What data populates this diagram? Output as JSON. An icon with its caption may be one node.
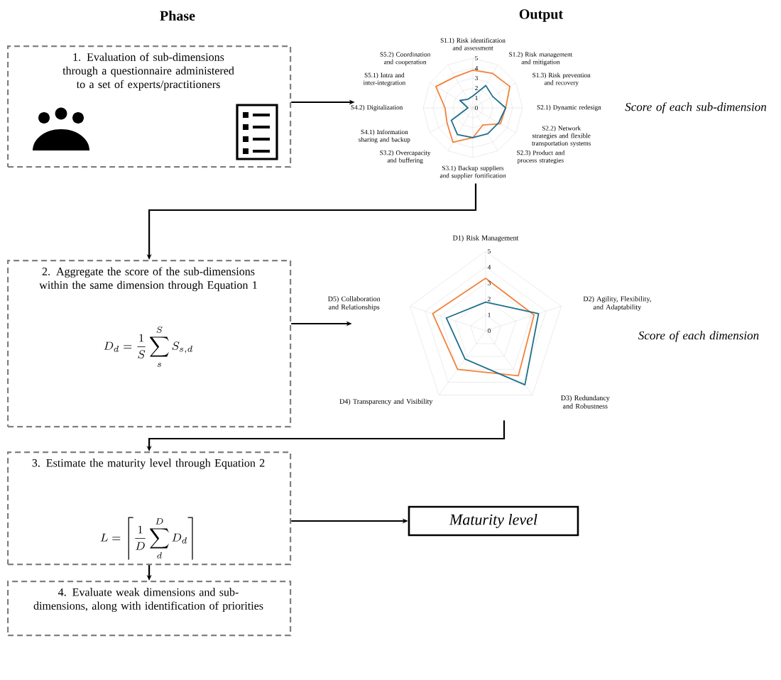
{
  "diagram": {
    "nodes": [
      {
        "text": [
          "1. Evaluation of sub-dimensions through a questionnaire administered to a set of experts/practitioners"
        ]
      },
      {
        "text": [
          "S1.1) Risk identification and assessment",
          "S1.2) Risk management and mitigation",
          "S1.3) Risk prevention and recovery",
          "S2.1) Dynamic redesign",
          "S2.2) Network strategies and flexible transportation systems",
          "S2.3) Product and process strategies",
          "S3.1) Backup suppliers and supplier fortification",
          "S3.2) Overcapacity and buffering",
          "S4.1) Information sharing and backup",
          "S4.2) Digitalization",
          "S5.1) Intra and inter-integration",
          "S5.2) Coordination and cooperation"
        ],
        "beside": [
          "Score of each sub-dimension"
        ]
      },
      {
        "text": [
          "2. Aggregate the score of the sub-dimensions within the same dimension through Equation 1",
          "D_d = \\frac{1}{S}\\sum_{s}^{S} S_{s,d}"
        ]
      },
      {
        "text": [
          "D1) Risk Management",
          "D2) Agility, Flexibility, and Adaptability",
          "D3) Redundancy and Robustness",
          "D4) Transparency and Visibility",
          "D5) Collaboration and Relationships"
        ],
        "beside": [
          "Score of each dimension"
        ]
      },
      {
        "text": [
          "3. Estimate the maturity level through Equation 2",
          "L = \\left\\lceil \\frac{1}{D}\\sum_{d}^{D} D_d \\right\\rceil"
        ]
      },
      {
        "text": [
          "Maturity level"
        ]
      },
      {
        "text": [
          "4. Evaluate weak dimensions and sub-dimensions, along with identification of priorities"
        ]
      }
    ],
    "edges": [
      {
        "from": 0,
        "to": 1,
        "arrow": "to"
      },
      {
        "from": 1,
        "to": 2,
        "arrow": "to"
      },
      {
        "from": 2,
        "to": 3,
        "arrow": "to"
      },
      {
        "from": 3,
        "to": 4,
        "arrow": "to"
      },
      {
        "from": 4,
        "to": 5,
        "arrow": "to"
      },
      {
        "from": 4,
        "to": 6,
        "arrow": "to"
      }
    ],
    "labels": [
      "Phase",
      "Output",
      "0",
      "1",
      "2",
      "3",
      "4",
      "5",
      "0",
      "1",
      "2",
      "3",
      "4",
      "5"
    ]
  }
}
